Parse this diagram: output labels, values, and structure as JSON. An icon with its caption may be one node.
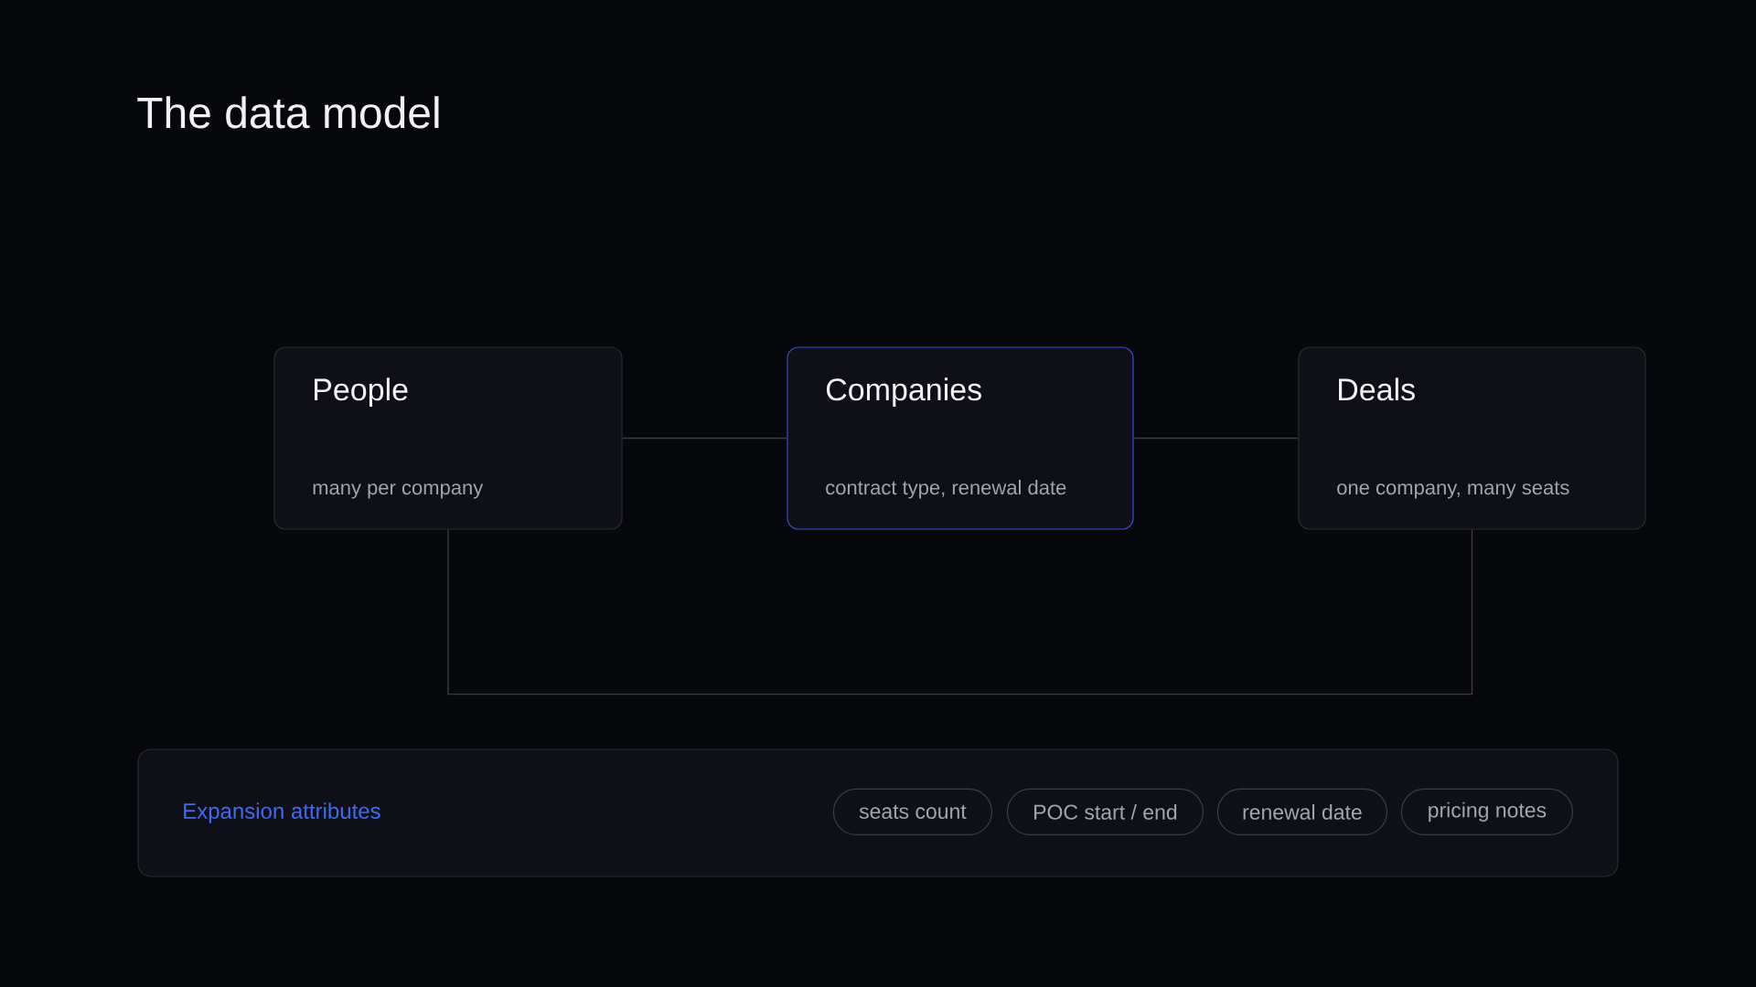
{
  "diagram": {
    "title": "The data model",
    "nodes": [
      {
        "text": [
          "People",
          "many per company"
        ]
      },
      {
        "text": [
          "Companies",
          "contract type, renewal date"
        ]
      },
      {
        "text": [
          "Deals",
          "one company, many seats"
        ]
      },
      {
        "text": [
          "Expansion attributes"
        ]
      },
      {
        "text": [
          "seats count"
        ],
        "in": 3
      },
      {
        "text": [
          "POC start / end"
        ],
        "in": 3
      },
      {
        "text": [
          "renewal date"
        ],
        "in": 3
      },
      {
        "text": [
          "pricing notes"
        ],
        "in": 3
      }
    ],
    "edges": [
      {
        "from": 0,
        "to": 1,
        "arrow": "none"
      },
      {
        "from": 1,
        "to": 2,
        "arrow": "none"
      },
      {
        "from": 0,
        "to": 2,
        "arrow": "none"
      }
    ]
  }
}
